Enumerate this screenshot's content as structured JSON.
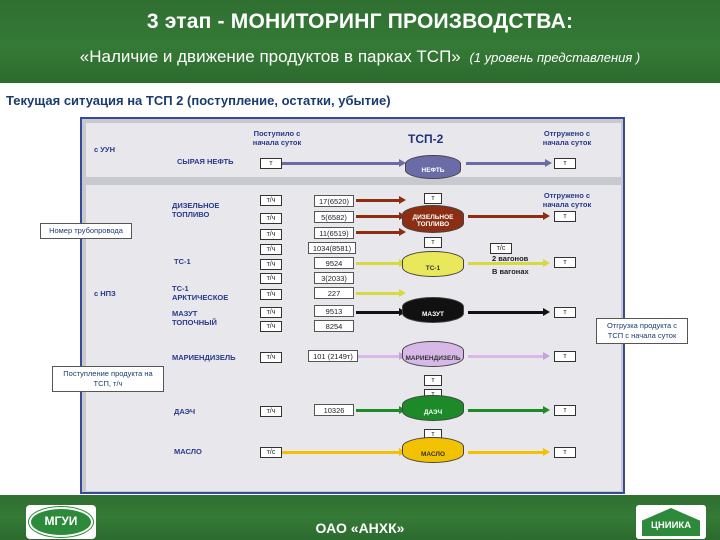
{
  "header": {
    "title": "3 этап - МОНИТОРИНГ ПРОИЗВОДСТВА:",
    "subtitle": "«Наличие и движение продуктов в парках ТСП»",
    "subtitle_note": "(1 уровень представления )"
  },
  "situation": "Текущая ситуация на ТСП 2 (поступление, остатки, убытие)",
  "diagram": {
    "received_header": "Поступило с начала суток",
    "shipped_header": "Отгружено с начала суток",
    "shipped_header2": "Отгружено с начала суток",
    "tsp_label": "ТСП-2",
    "source_uun": "с УУН",
    "source_npz": "с НПЗ",
    "products": {
      "crude": "СЫРАЯ НЕФТЬ",
      "diesel": "ДИЗЕЛЬНОЕ ТОПЛИВО",
      "ts1": "ТС-1",
      "ts1_arctic": "ТС-1 АРКТИЧЕСКОЕ",
      "mazut": "МАЗУТ ТОПОЧНЫЙ",
      "marine": "МАРИЕНДИЗЕЛЬ",
      "daech": "ДАЭЧ",
      "oil": "МАСЛО"
    },
    "tanks": {
      "oil": "НЕФТЬ",
      "diesel": "ДИЗЕЛЬНОЕ ТОПЛИВО",
      "ts1": "ТС-1",
      "mazut": "МАЗУТ",
      "marine": "МАРИЕНДИЗЕЛЬ",
      "daech": "ДАЭЧ",
      "oil2": "МАСЛО"
    },
    "values": {
      "v1": "17(6520)",
      "v2": "5(6582)",
      "v3": "11(6519)",
      "v4": "1034(8581)",
      "v5": "9524",
      "v6": "3(2033)",
      "v7": "227",
      "v8": "9513",
      "v9": "8254",
      "v10": "101 (2149т)",
      "v11": "10326"
    },
    "unit_t": "т",
    "unit_tch": "т/ч",
    "unit_tc": "т/с",
    "wagons_1": "2 вагонов",
    "wagons_2": "В вагонах",
    "callouts": {
      "pipeline": "Номер трубопровода",
      "shipment": "Отгрузка продукта с ТСП с начала суток",
      "receipt": "Поступление продукта на ТСП, т/ч"
    }
  },
  "footer": {
    "company": "ОАО «АНХК»",
    "logo_left": "МГУИ",
    "logo_right": "ЦНИИКА"
  },
  "colors": {
    "header_green": "#357a36",
    "frame_blue": "#3a4a9a",
    "crude": "#6b6ba8",
    "diesel": "#8b2e14",
    "ts1": "#e8e85a",
    "mazut": "#111111",
    "marine": "#d8b8e8",
    "daech": "#1d8a2a",
    "oil": "#f2c200"
  }
}
